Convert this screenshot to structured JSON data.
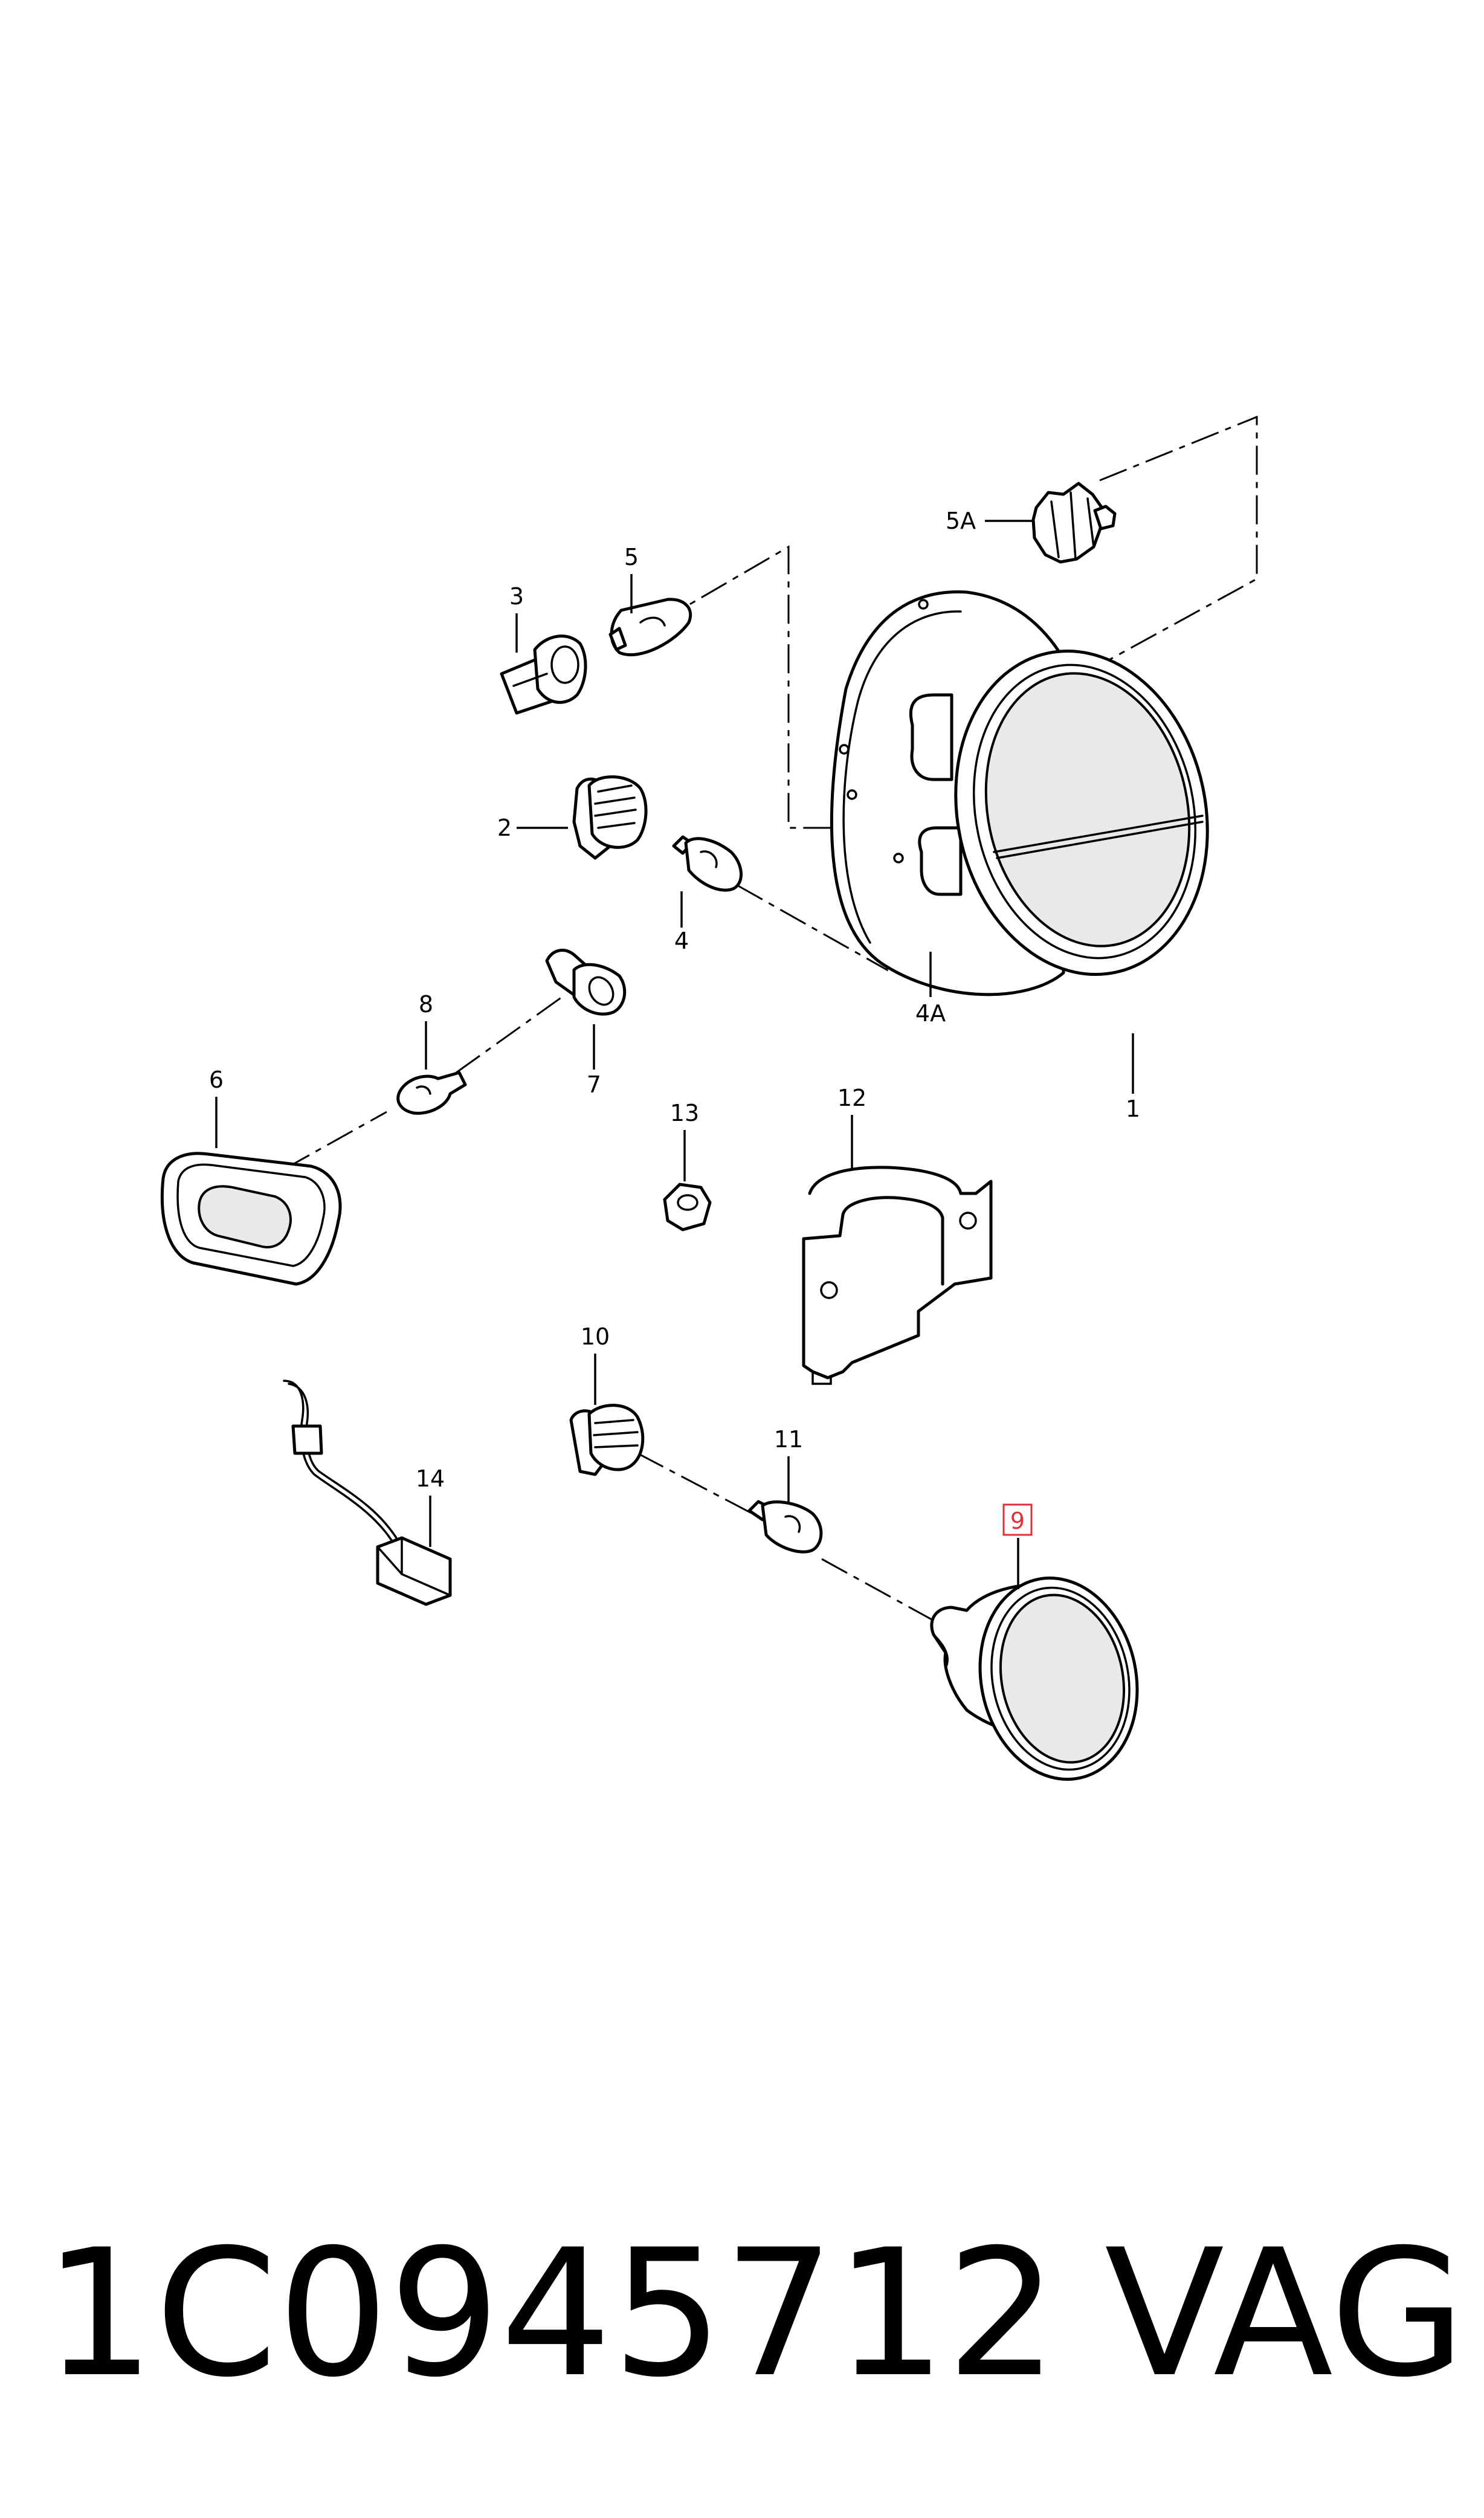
{
  "callouts": {
    "c1": "1",
    "c2": "2",
    "c3": "3",
    "c4": "4",
    "c4a": "4A",
    "c5": "5",
    "c5a": "5A",
    "c6": "6",
    "c7": "7",
    "c8": "8",
    "c9": "9",
    "c10": "10",
    "c11": "11",
    "c12": "12",
    "c13": "13",
    "c14": "14"
  },
  "highlight": {
    "callout": "9",
    "color": "#e0303a"
  },
  "footer": {
    "part_number": "1C0945712",
    "brand": "VAG"
  }
}
